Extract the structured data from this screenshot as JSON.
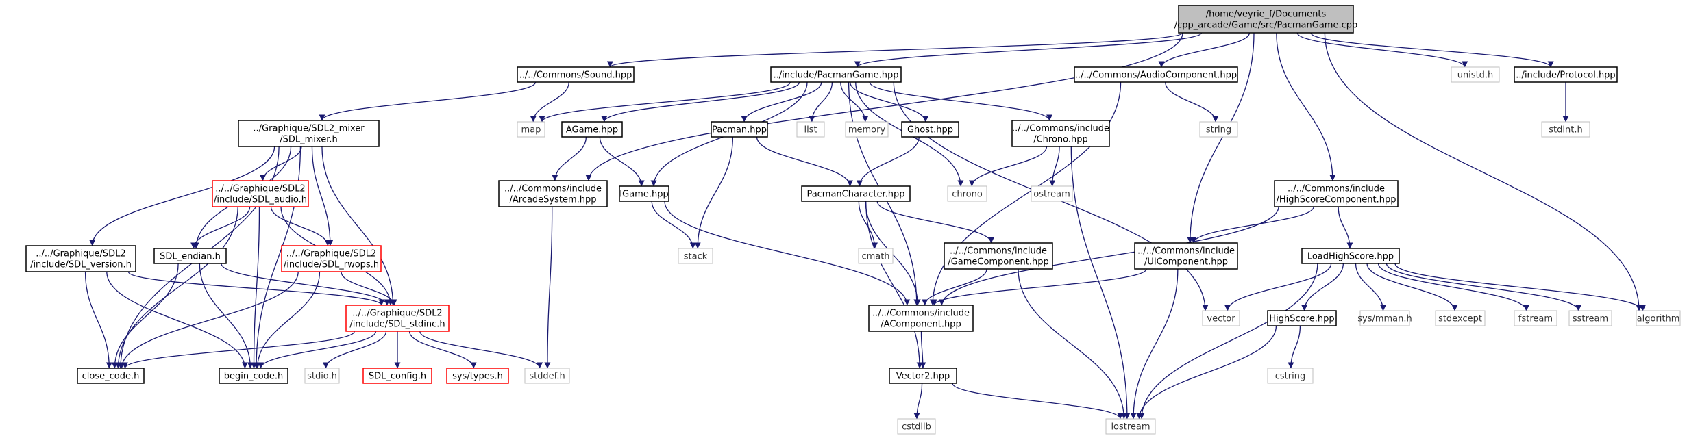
{
  "nodes": {
    "root": {
      "lines": [
        "/home/veyrie_f/Documents",
        "/cpp_arcade/Game/src/PacmanGame.cpp"
      ],
      "style": "root"
    },
    "sound": {
      "lines": [
        "../../Commons/Sound.hpp"
      ],
      "style": "black"
    },
    "pacmangame": {
      "lines": [
        "../include/PacmanGame.hpp"
      ],
      "style": "black"
    },
    "audiocomp": {
      "lines": [
        "../../Commons/AudioComponent.hpp"
      ],
      "style": "black"
    },
    "unistd": {
      "lines": [
        "unistd.h"
      ],
      "style": "gray"
    },
    "protocol": {
      "lines": [
        "../include/Protocol.hpp"
      ],
      "style": "black"
    },
    "stdint": {
      "lines": [
        "stdint.h"
      ],
      "style": "gray"
    },
    "sdlmixer": {
      "lines": [
        "../Graphique/SDL2_mixer",
        "/SDL_mixer.h"
      ],
      "style": "black"
    },
    "map": {
      "lines": [
        "map"
      ],
      "style": "gray"
    },
    "agame": {
      "lines": [
        "AGame.hpp"
      ],
      "style": "black"
    },
    "pacman": {
      "lines": [
        "Pacman.hpp"
      ],
      "style": "black"
    },
    "list": {
      "lines": [
        "list"
      ],
      "style": "gray"
    },
    "memory": {
      "lines": [
        "memory"
      ],
      "style": "gray"
    },
    "ghost": {
      "lines": [
        "Ghost.hpp"
      ],
      "style": "black"
    },
    "chrono_h": {
      "lines": [
        "../../Commons/include",
        "/Chrono.hpp"
      ],
      "style": "black"
    },
    "string": {
      "lines": [
        "string"
      ],
      "style": "gray"
    },
    "sdlaudio": {
      "lines": [
        "../../Graphique/SDL2",
        "/include/SDL_audio.h"
      ],
      "style": "red"
    },
    "arcadesys": {
      "lines": [
        "../../Commons/include",
        "/ArcadeSystem.hpp"
      ],
      "style": "black"
    },
    "igame": {
      "lines": [
        "IGame.hpp"
      ],
      "style": "black"
    },
    "pacchar": {
      "lines": [
        "PacmanCharacter.hpp"
      ],
      "style": "black"
    },
    "chrono": {
      "lines": [
        "chrono"
      ],
      "style": "gray"
    },
    "ostream": {
      "lines": [
        "ostream"
      ],
      "style": "gray"
    },
    "highscorecomp": {
      "lines": [
        "../../Commons/include",
        "/HighScoreComponent.hpp"
      ],
      "style": "black"
    },
    "sdlversion": {
      "lines": [
        "../../Graphique/SDL2",
        "/include/SDL_version.h"
      ],
      "style": "black"
    },
    "sdlendian": {
      "lines": [
        "SDL_endian.h"
      ],
      "style": "black"
    },
    "sdlrwops": {
      "lines": [
        "../../Graphique/SDL2",
        "/include/SDL_rwops.h"
      ],
      "style": "red"
    },
    "stack": {
      "lines": [
        "stack"
      ],
      "style": "gray"
    },
    "cmath": {
      "lines": [
        "cmath"
      ],
      "style": "gray"
    },
    "gamecomp": {
      "lines": [
        "../../Commons/include",
        "/GameComponent.hpp"
      ],
      "style": "black"
    },
    "uicomp": {
      "lines": [
        "../../Commons/include",
        "/UIComponent.hpp"
      ],
      "style": "black"
    },
    "loadhigh": {
      "lines": [
        "LoadHighScore.hpp"
      ],
      "style": "black"
    },
    "sdlstdinc": {
      "lines": [
        "../../Graphique/SDL2",
        "/include/SDL_stdinc.h"
      ],
      "style": "red"
    },
    "acomp": {
      "lines": [
        "../../Commons/include",
        "/AComponent.hpp"
      ],
      "style": "black"
    },
    "vector": {
      "lines": [
        "vector"
      ],
      "style": "gray"
    },
    "highscore": {
      "lines": [
        "HighScore.hpp"
      ],
      "style": "black"
    },
    "sysmman": {
      "lines": [
        "sys/mman.h"
      ],
      "style": "gray"
    },
    "stdexcept": {
      "lines": [
        "stdexcept"
      ],
      "style": "gray"
    },
    "fstream": {
      "lines": [
        "fstream"
      ],
      "style": "gray"
    },
    "sstream": {
      "lines": [
        "sstream"
      ],
      "style": "gray"
    },
    "algorithm": {
      "lines": [
        "algorithm"
      ],
      "style": "gray"
    },
    "closecode": {
      "lines": [
        "close_code.h"
      ],
      "style": "black"
    },
    "begincode": {
      "lines": [
        "begin_code.h"
      ],
      "style": "black"
    },
    "stdio": {
      "lines": [
        "stdio.h"
      ],
      "style": "gray"
    },
    "sdlconfig": {
      "lines": [
        "SDL_config.h"
      ],
      "style": "red"
    },
    "systypes": {
      "lines": [
        "sys/types.h"
      ],
      "style": "red"
    },
    "stddef": {
      "lines": [
        "stddef.h"
      ],
      "style": "gray"
    },
    "vector2": {
      "lines": [
        "Vector2.hpp"
      ],
      "style": "black"
    },
    "cstring": {
      "lines": [
        "cstring"
      ],
      "style": "gray"
    },
    "cstdlib": {
      "lines": [
        "cstdlib"
      ],
      "style": "gray"
    },
    "iostream": {
      "lines": [
        "iostream"
      ],
      "style": "gray"
    }
  },
  "edges": [
    [
      "root",
      "sound"
    ],
    [
      "root",
      "pacmangame"
    ],
    [
      "root",
      "audiocomp"
    ],
    [
      "root",
      "unistd"
    ],
    [
      "root",
      "protocol"
    ],
    [
      "root",
      "arcadesys"
    ],
    [
      "root",
      "highscorecomp"
    ],
    [
      "root",
      "uicomp"
    ],
    [
      "root",
      "algorithm"
    ],
    [
      "protocol",
      "stdint"
    ],
    [
      "sound",
      "sdlmixer"
    ],
    [
      "sound",
      "map"
    ],
    [
      "pacmangame",
      "map"
    ],
    [
      "pacmangame",
      "agame"
    ],
    [
      "pacmangame",
      "pacman"
    ],
    [
      "pacmangame",
      "list"
    ],
    [
      "pacmangame",
      "memory"
    ],
    [
      "pacmangame",
      "ghost"
    ],
    [
      "pacmangame",
      "chrono_h"
    ],
    [
      "pacmangame",
      "chrono"
    ],
    [
      "pacmangame",
      "igame"
    ],
    [
      "pacmangame",
      "acomp"
    ],
    [
      "pacmangame",
      "vector"
    ],
    [
      "audiocomp",
      "string"
    ],
    [
      "audiocomp",
      "acomp"
    ],
    [
      "sdlmixer",
      "sdlaudio"
    ],
    [
      "sdlmixer",
      "sdlversion"
    ],
    [
      "sdlmixer",
      "sdlendian"
    ],
    [
      "sdlmixer",
      "sdlrwops"
    ],
    [
      "sdlmixer",
      "sdlstdinc"
    ],
    [
      "sdlmixer",
      "closecode"
    ],
    [
      "sdlmixer",
      "begincode"
    ],
    [
      "agame",
      "arcadesys"
    ],
    [
      "agame",
      "igame"
    ],
    [
      "pacman",
      "pacchar"
    ],
    [
      "pacman",
      "stack"
    ],
    [
      "ghost",
      "pacchar"
    ],
    [
      "chrono_h",
      "chrono"
    ],
    [
      "chrono_h",
      "ostream"
    ],
    [
      "chrono_h",
      "iostream"
    ],
    [
      "sdlaudio",
      "sdlendian"
    ],
    [
      "sdlaudio",
      "sdlrwops"
    ],
    [
      "sdlaudio",
      "sdlstdinc"
    ],
    [
      "sdlaudio",
      "closecode"
    ],
    [
      "sdlaudio",
      "begincode"
    ],
    [
      "arcadesys",
      "stddef"
    ],
    [
      "igame",
      "stack"
    ],
    [
      "igame",
      "acomp"
    ],
    [
      "pacchar",
      "cmath"
    ],
    [
      "pacchar",
      "gamecomp"
    ],
    [
      "pacchar",
      "acomp"
    ],
    [
      "pacchar",
      "vector2"
    ],
    [
      "highscorecomp",
      "uicomp"
    ],
    [
      "highscorecomp",
      "loadhigh"
    ],
    [
      "highscorecomp",
      "acomp"
    ],
    [
      "sdlversion",
      "sdlstdinc"
    ],
    [
      "sdlversion",
      "closecode"
    ],
    [
      "sdlversion",
      "begincode"
    ],
    [
      "sdlendian",
      "sdlstdinc"
    ],
    [
      "sdlendian",
      "closecode"
    ],
    [
      "sdlendian",
      "begincode"
    ],
    [
      "sdlrwops",
      "sdlstdinc"
    ],
    [
      "sdlrwops",
      "closecode"
    ],
    [
      "sdlrwops",
      "begincode"
    ],
    [
      "gamecomp",
      "acomp"
    ],
    [
      "gamecomp",
      "iostream"
    ],
    [
      "uicomp",
      "acomp"
    ],
    [
      "uicomp",
      "iostream"
    ],
    [
      "loadhigh",
      "vector"
    ],
    [
      "loadhigh",
      "highscore"
    ],
    [
      "loadhigh",
      "sysmman"
    ],
    [
      "loadhigh",
      "stdexcept"
    ],
    [
      "loadhigh",
      "fstream"
    ],
    [
      "loadhigh",
      "sstream"
    ],
    [
      "loadhigh",
      "algorithm"
    ],
    [
      "loadhigh",
      "iostream"
    ],
    [
      "sdlstdinc",
      "closecode"
    ],
    [
      "sdlstdinc",
      "begincode"
    ],
    [
      "sdlstdinc",
      "stdio"
    ],
    [
      "sdlstdinc",
      "sdlconfig"
    ],
    [
      "sdlstdinc",
      "systypes"
    ],
    [
      "sdlstdinc",
      "stddef"
    ],
    [
      "acomp",
      "vector2"
    ],
    [
      "highscore",
      "cstring"
    ],
    [
      "highscore",
      "iostream"
    ],
    [
      "vector2",
      "cstdlib"
    ],
    [
      "vector2",
      "iostream"
    ]
  ]
}
